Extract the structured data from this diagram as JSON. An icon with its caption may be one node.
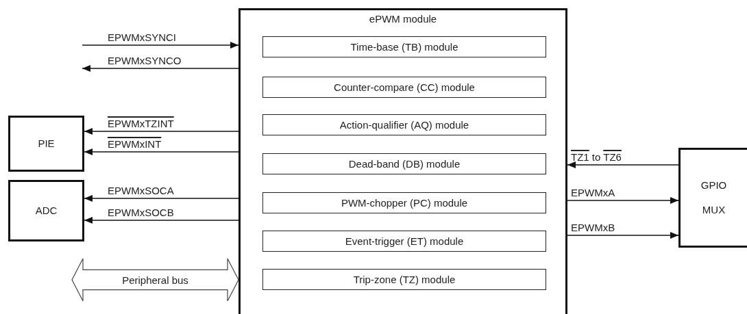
{
  "diagram": {
    "nodes": [
      {
        "text": [
          "ePWM module"
        ]
      },
      {
        "text": [
          "Time-base (TB) module"
        ],
        "in": 0
      },
      {
        "text": [
          "Counter-compare (CC) module"
        ],
        "in": 0
      },
      {
        "text": [
          "Action-qualifier (AQ) module"
        ],
        "in": 0
      },
      {
        "text": [
          "Dead-band (DB) module"
        ],
        "in": 0
      },
      {
        "text": [
          "PWM-chopper (PC) module"
        ],
        "in": 0
      },
      {
        "text": [
          "Event-trigger (ET) module"
        ],
        "in": 0
      },
      {
        "text": [
          "Trip-zone (TZ) module"
        ],
        "in": 0
      },
      {
        "text": [
          "PIE"
        ]
      },
      {
        "text": [
          "ADC"
        ]
      },
      {
        "text": [
          "GPIO MUX"
        ]
      },
      {
        "text": [
          "Peripheral bus"
        ]
      }
    ],
    "edges": [
      {
        "from": null,
        "to": 0,
        "arrow": "to",
        "label": "EPWMxSYNCI"
      },
      {
        "from": 0,
        "to": null,
        "arrow": "to",
        "label": "EPWMxSYNCO"
      },
      {
        "from": 0,
        "to": 8,
        "arrow": "to",
        "label": "EPWMxTZINT"
      },
      {
        "from": 0,
        "to": 8,
        "arrow": "to",
        "label": "EPWMxINT"
      },
      {
        "from": 0,
        "to": 9,
        "arrow": "to",
        "label": "EPWMxSOCA"
      },
      {
        "from": 0,
        "to": 9,
        "arrow": "to",
        "label": "EPWMxSOCB"
      },
      {
        "from": 10,
        "to": 0,
        "arrow": "to",
        "label": "TZ1 to TZ6"
      },
      {
        "from": 0,
        "to": 10,
        "arrow": "to",
        "label": "EPWMxA"
      },
      {
        "from": 0,
        "to": 10,
        "arrow": "to",
        "label": "EPWMxB"
      }
    ]
  }
}
